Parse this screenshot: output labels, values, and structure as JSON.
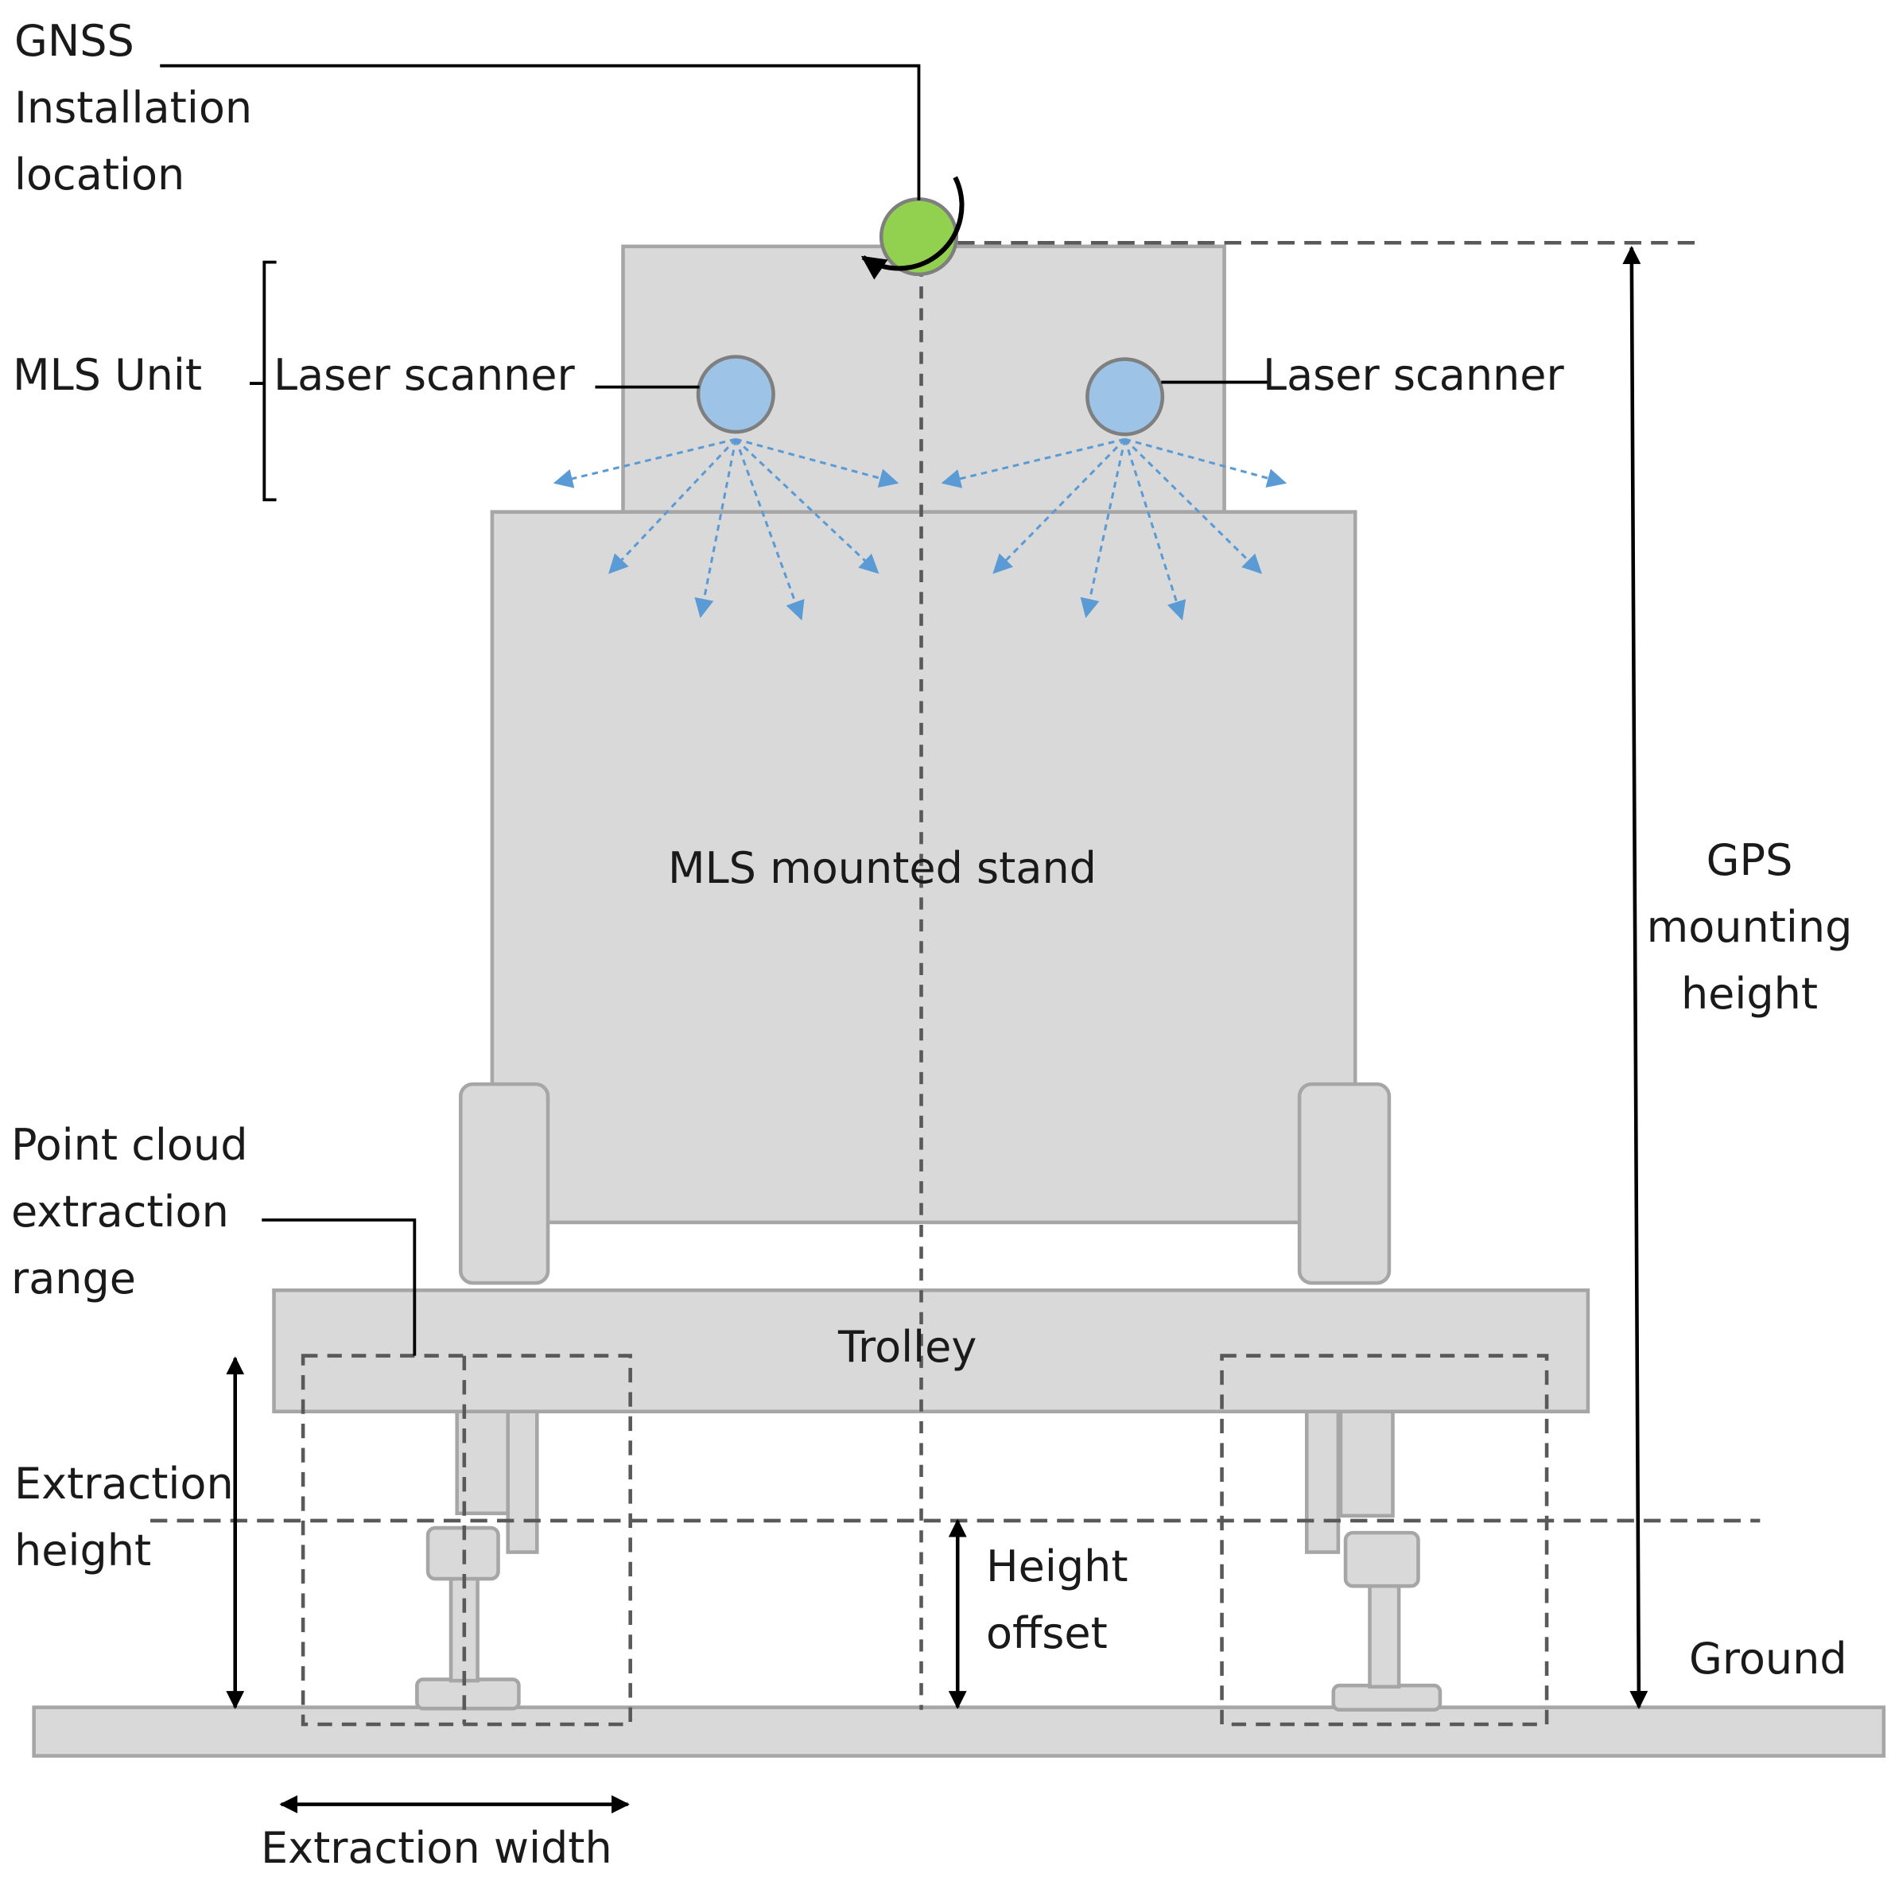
{
  "labels": {
    "gnss_installation_location": "GNSS\nInstallation\nlocation",
    "mls_unit": "MLS Unit",
    "laser_scanner_left": "Laser scanner",
    "laser_scanner_right": "Laser scanner",
    "mls_mounted_stand": "MLS mounted stand",
    "gps_mounting_height": "GPS\nmounting\nheight",
    "point_cloud_extraction_range": "Point cloud\nextraction\nrange",
    "trolley": "Trolley",
    "extraction_height": "Extraction\nheight",
    "height_offset": "Height\noffset",
    "ground": "Ground",
    "extraction_width": "Extraction width"
  },
  "colors": {
    "structure_fill": "#d9d9d9",
    "structure_stroke": "#a6a6a6",
    "gnss_antenna": "#92d050",
    "laser_scanner": "#9dc3e6",
    "laser_beam": "#5b9bd5",
    "dimension_line": "#000000",
    "dashed_guide": "#595959"
  }
}
